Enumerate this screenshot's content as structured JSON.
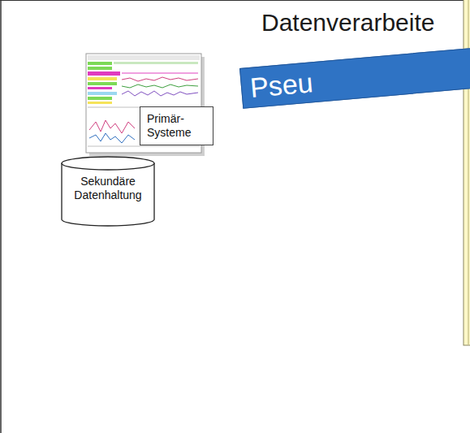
{
  "diagram": {
    "title": "Datenverarbeite",
    "nodes": [
      {
        "text": [
          "Primär- Systeme"
        ]
      },
      {
        "text": [
          "Sekundäre Datenhaltung"
        ]
      },
      {
        "text": [
          "Pseu"
        ]
      }
    ]
  }
}
